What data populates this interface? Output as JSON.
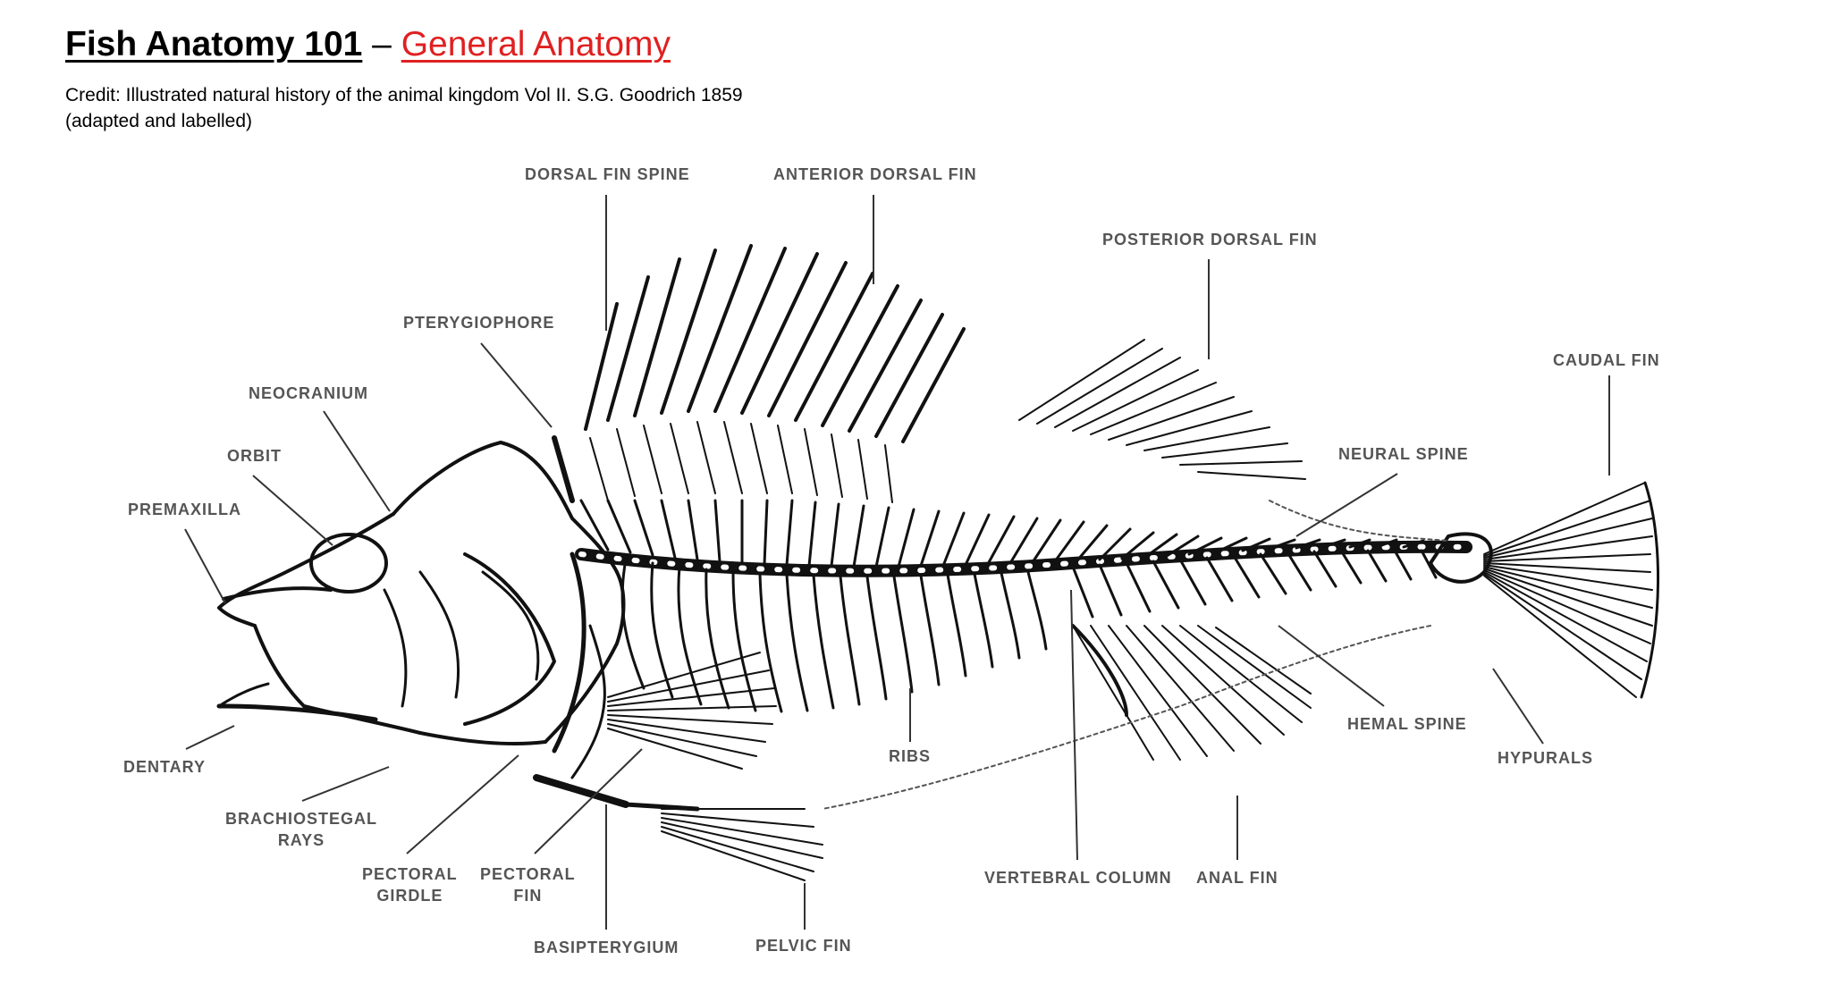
{
  "title": {
    "main": "Fish Anatomy 101",
    "separator": " – ",
    "sub": "General Anatomy"
  },
  "credit": {
    "line1": "Credit: Illustrated natural history of the animal kingdom Vol II. S.G. Goodrich 1859",
    "line2": "(adapted and labelled)"
  },
  "labels": {
    "dorsal_fin_spine": "DORSAL FIN SPINE",
    "anterior_dorsal_fin": "ANTERIOR DORSAL FIN",
    "posterior_dorsal_fin": "POSTERIOR DORSAL FIN",
    "caudal_fin": "CAUDAL FIN",
    "pterygiophore": "PTERYGIOPHORE",
    "neocranium": "NEOCRANIUM",
    "orbit": "ORBIT",
    "premaxilla": "PREMAXILLA",
    "neural_spine": "NEURAL SPINE",
    "dentary": "DENTARY",
    "brachiostegal_rays_1": "BRACHIOSTEGAL",
    "brachiostegal_rays_2": "RAYS",
    "pectoral_girdle_1": "PECTORAL",
    "pectoral_girdle_2": "GIRDLE",
    "pectoral_fin_1": "PECTORAL",
    "pectoral_fin_2": "FIN",
    "basipterygium": "BASIPTERYGIUM",
    "pelvic_fin": "PELVIC FIN",
    "ribs": "RIBS",
    "vertebral_column": "VERTEBRAL COLUMN",
    "anal_fin": "ANAL FIN",
    "hemal_spine": "HEMAL SPINE",
    "hypurals": "HYPURALS"
  },
  "colors": {
    "title_accent": "#e02020",
    "label_text": "#555555",
    "leader_line": "#333333",
    "ink": "#111111"
  }
}
